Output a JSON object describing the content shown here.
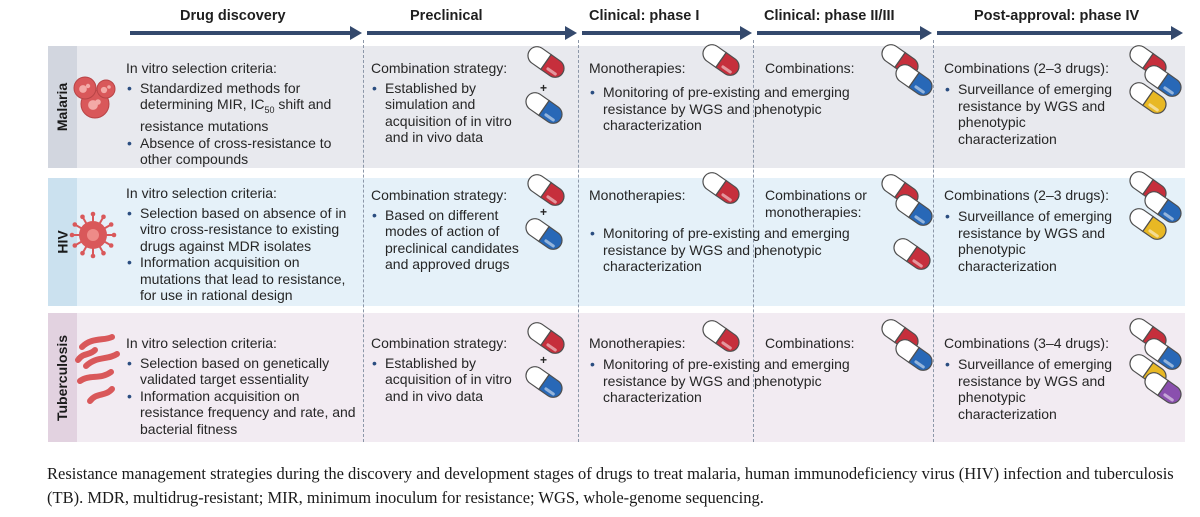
{
  "stages": [
    {
      "id": "drug-discovery",
      "label": "Drug discovery"
    },
    {
      "id": "preclinical",
      "label": "Preclinical"
    },
    {
      "id": "phase1",
      "label": "Clinical: phase I"
    },
    {
      "id": "phase2-3",
      "label": "Clinical: phase II/III"
    },
    {
      "id": "phase4",
      "label": "Post-approval: phase IV"
    }
  ],
  "colors": {
    "arrow": "#34496d",
    "dashed_divider": "#8c97a8",
    "pill_red": "#c62f3c",
    "pill_blue": "#2868b7",
    "pill_yellow": "#e8b824",
    "pill_purple": "#8a4fae",
    "pill_white": "#ffffff",
    "malaria_band": "#e8e9ee",
    "malaria_tab": "#d2d6df",
    "hiv_band": "#e5f1f9",
    "hiv_tab": "#cbe1ef",
    "tb_band": "#f2ebf2",
    "tb_tab": "#e2d2e0",
    "pathogen": "#d9585a"
  },
  "rows": [
    {
      "id": "malaria",
      "title": "Malaria",
      "icon": "red-blood-cell-icon",
      "discovery": {
        "heading": "In vitro selection criteria:",
        "bullets": [
          "Standardized methods for determining MIR, IC50 shift and resistance mutations",
          "Absence of cross-resistance to other compounds"
        ]
      },
      "preclinical": {
        "heading": "Combination strategy:",
        "bullets": [
          "Established by simulation and acquisition of in vitro and in vivo data"
        ]
      },
      "phase1": {
        "heading": "Monotherapies:",
        "bullets": [
          "Monitoring of pre-existing and emerging resistance by WGS and phenotypic characterization"
        ]
      },
      "phase23": {
        "heading": "Combinations:",
        "bullets": []
      },
      "phase4": {
        "heading": "Combinations (2–3 drugs):",
        "bullets": [
          "Surveillance of emerging resistance by WGS and phenotypic characterization"
        ]
      }
    },
    {
      "id": "hiv",
      "title": "HIV",
      "icon": "virus-icon",
      "discovery": {
        "heading": "In vitro selection criteria:",
        "bullets": [
          "Selection based on absence of in vitro cross-resistance to existing drugs against MDR isolates",
          "Information acquisition on mutations that lead to resistance, for use in rational design"
        ]
      },
      "preclinical": {
        "heading": "Combination strategy:",
        "bullets": [
          "Based on different modes of action of preclinical candidates and approved drugs"
        ]
      },
      "phase1": {
        "heading": "Monotherapies:",
        "bullets": [
          "Monitoring of pre-existing and emerging resistance by WGS and phenotypic characterization"
        ]
      },
      "phase23": {
        "heading": "Combinations or monotherapies:",
        "bullets": []
      },
      "phase4": {
        "heading": "Combinations (2–3 drugs):",
        "bullets": [
          "Surveillance of emerging resistance by WGS and phenotypic characterization"
        ]
      }
    },
    {
      "id": "tuberculosis",
      "title": "Tuberculosis",
      "icon": "bacteria-icon",
      "discovery": {
        "heading": "In vitro selection criteria:",
        "bullets": [
          "Selection based on genetically validated target essentiality",
          "Information acquisition on resistance frequency and rate, and bacterial fitness"
        ]
      },
      "preclinical": {
        "heading": "Combination strategy:",
        "bullets": [
          "Established by acquisition of in vitro and in vivo data"
        ]
      },
      "phase1": {
        "heading": "Monotherapies:",
        "bullets": [
          "Monitoring of pre-existing and emerging resistance by WGS and phenotypic characterization"
        ]
      },
      "phase23": {
        "heading": "Combinations:",
        "bullets": []
      },
      "phase4": {
        "heading": "Combinations (3–4 drugs):",
        "bullets": [
          "Surveillance of emerging resistance by WGS and phenotypic characterization"
        ]
      }
    }
  ],
  "plus_sign": "+",
  "caption": "Resistance management strategies during the discovery and development stages of drugs to treat malaria, human immunodeficiency virus (HIV) infection and tuberculosis (TB). MDR, multidrug-resistant; MIR, minimum inoculum for resistance; WGS, whole-genome sequencing."
}
